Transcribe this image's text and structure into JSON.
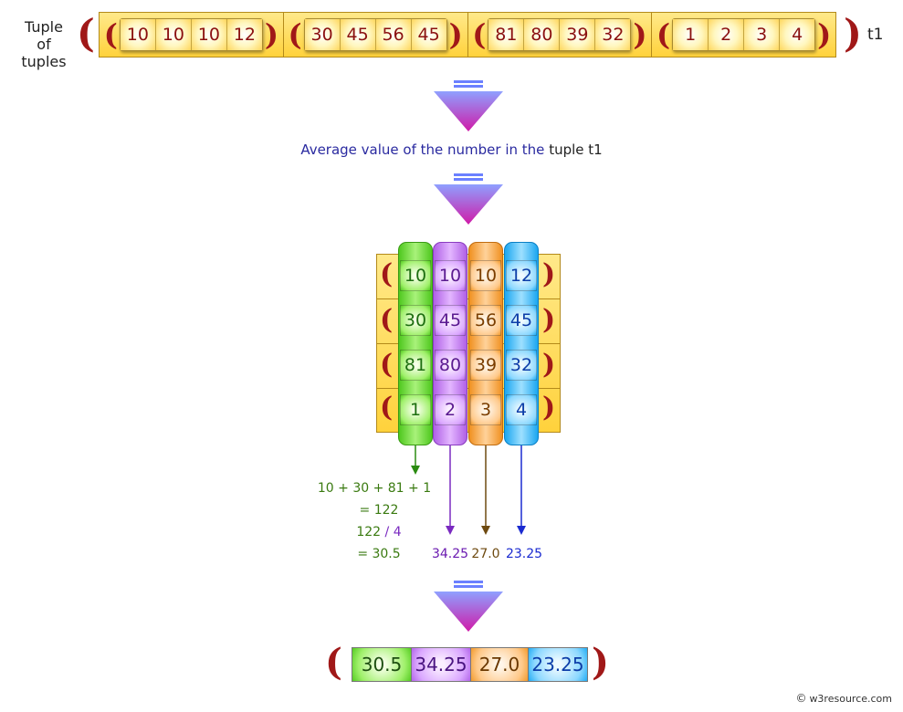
{
  "labels": {
    "input": "Tuple of tuples",
    "variable": "t1"
  },
  "input_tuples": [
    [
      "10",
      "10",
      "10",
      "12"
    ],
    [
      "30",
      "45",
      "56",
      "45"
    ],
    [
      "81",
      "80",
      "39",
      "32"
    ],
    [
      "1",
      "2",
      "3",
      "4"
    ]
  ],
  "caption": {
    "text": "Average value of the number in the",
    "emphasis": "tuple t1"
  },
  "columns": [
    {
      "color": "#66dd33",
      "text_color": "#1d6e10"
    },
    {
      "color": "#c77ef0",
      "text_color": "#5a1a90"
    },
    {
      "color": "#f7a640",
      "text_color": "#7a3e00"
    },
    {
      "color": "#2fb8ff",
      "text_color": "#0c3da8"
    }
  ],
  "calculation": {
    "sum_expr": "10 + 30 + 81 + 1",
    "sum_result": "= 122",
    "div_left": "122",
    "div_op": "/",
    "div_right": "4",
    "avg_result": "= 30.5",
    "other_averages": [
      "34.25",
      "27.0",
      "23.25"
    ]
  },
  "result": [
    "30.5",
    "34.25",
    "27.0",
    "23.25"
  ],
  "credit": "w3resource.com"
}
